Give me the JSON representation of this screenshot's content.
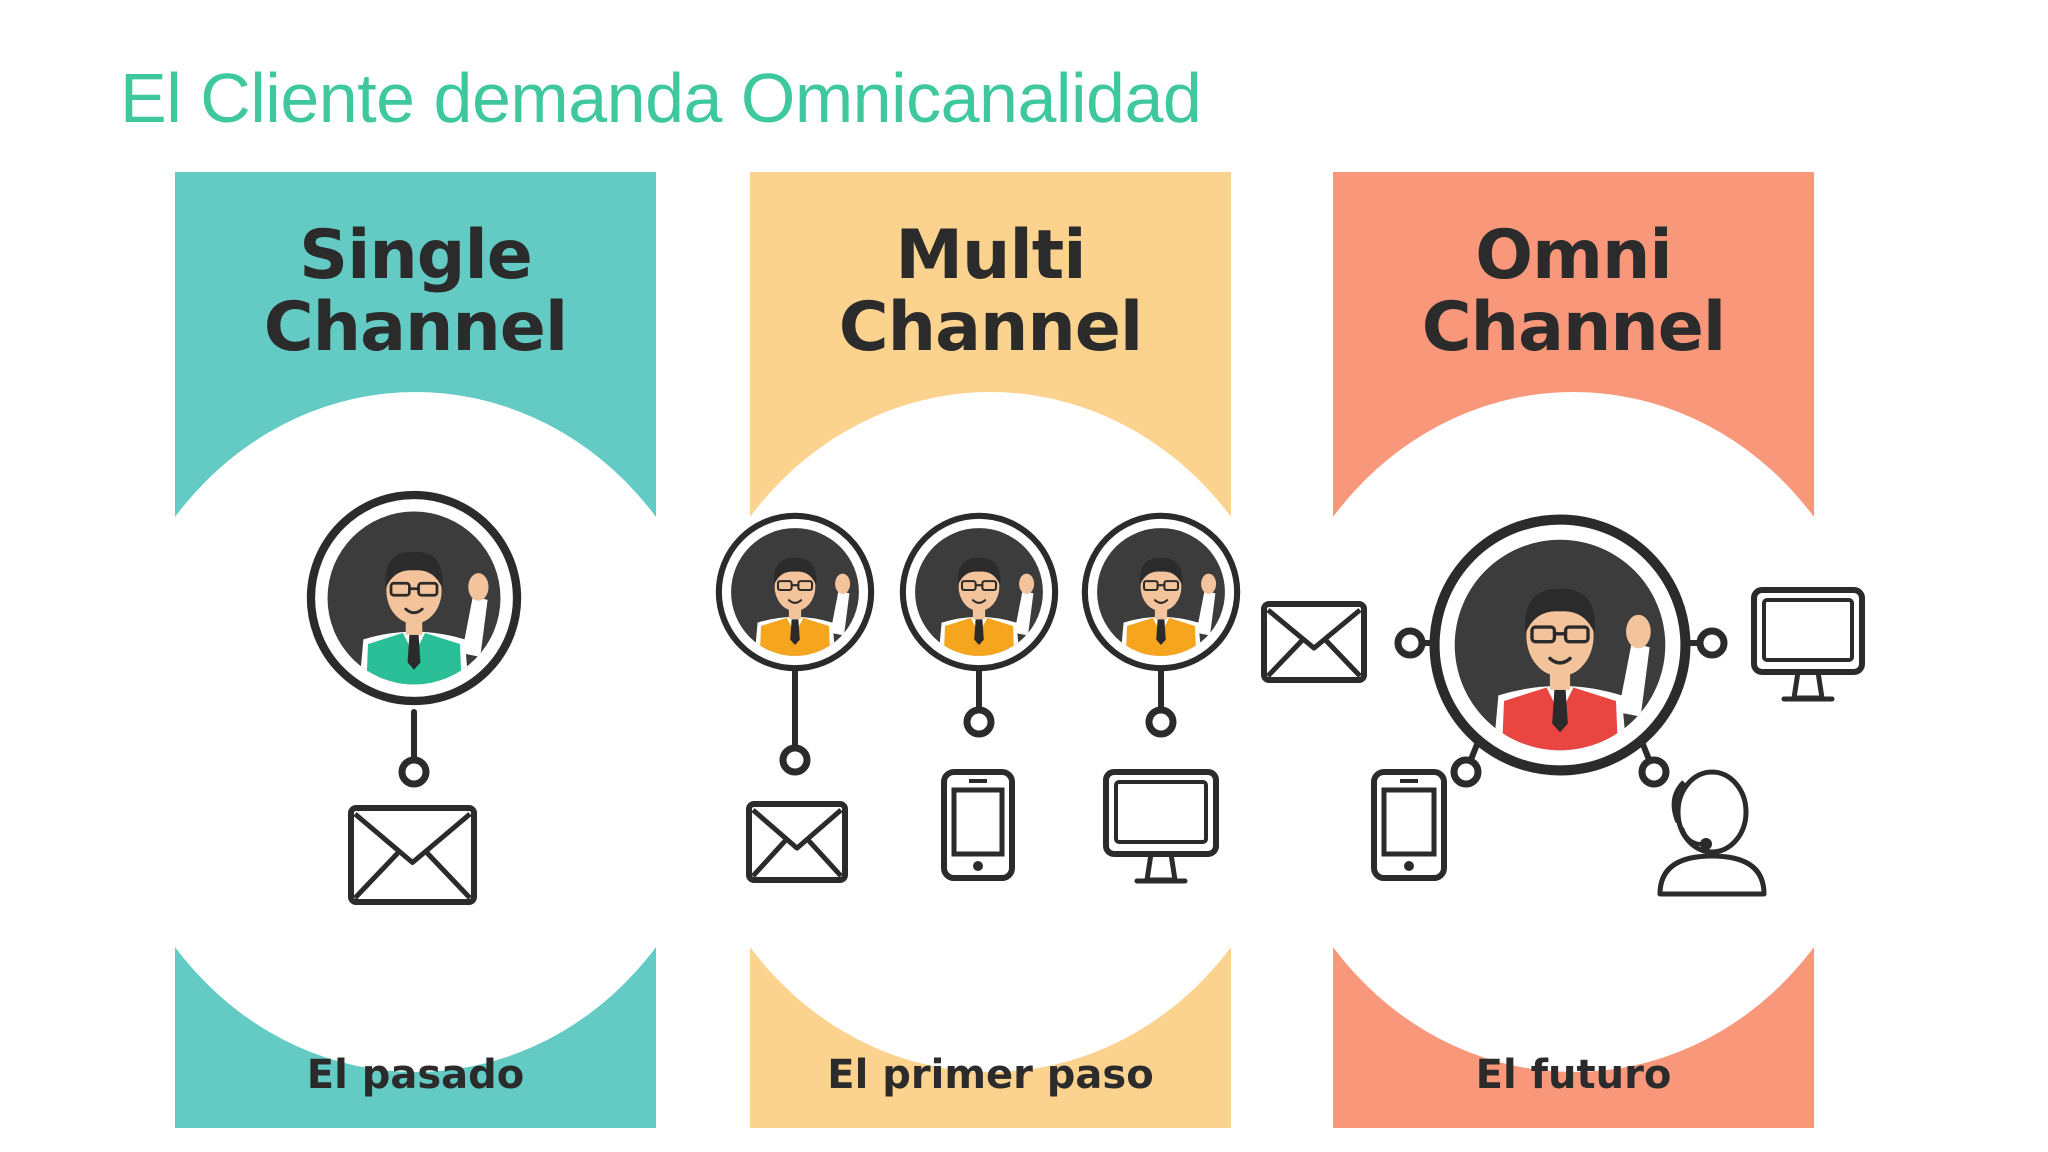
{
  "title": "El Cliente demanda Omnicanalidad",
  "colors": {
    "title": "#3fc89e",
    "single": "#63cbc4",
    "multi": "#fcd38e",
    "omni": "#f8977a",
    "ink": "#2b2b2b",
    "skin": "#f3c39c",
    "single_shirt": "#2bbf98",
    "multi_shirt": "#f6a51e",
    "omni_shirt": "#e94642"
  },
  "panels": [
    {
      "id": "single",
      "line1": "Single",
      "line2": "Channel",
      "footer": "El pasado"
    },
    {
      "id": "multi",
      "line1": "Multi",
      "line2": "Channel",
      "footer": "El primer paso"
    },
    {
      "id": "omni",
      "line1": "Omni",
      "line2": "Channel",
      "footer": "El futuro"
    }
  ],
  "icons": {
    "single": [
      "person-icon",
      "email-icon"
    ],
    "multi": [
      "person-icon",
      "person-icon",
      "person-icon",
      "email-icon",
      "mobile-phone-icon",
      "monitor-icon"
    ],
    "omni": [
      "person-icon",
      "email-icon",
      "monitor-icon",
      "mobile-phone-icon",
      "call-center-agent-icon"
    ]
  }
}
